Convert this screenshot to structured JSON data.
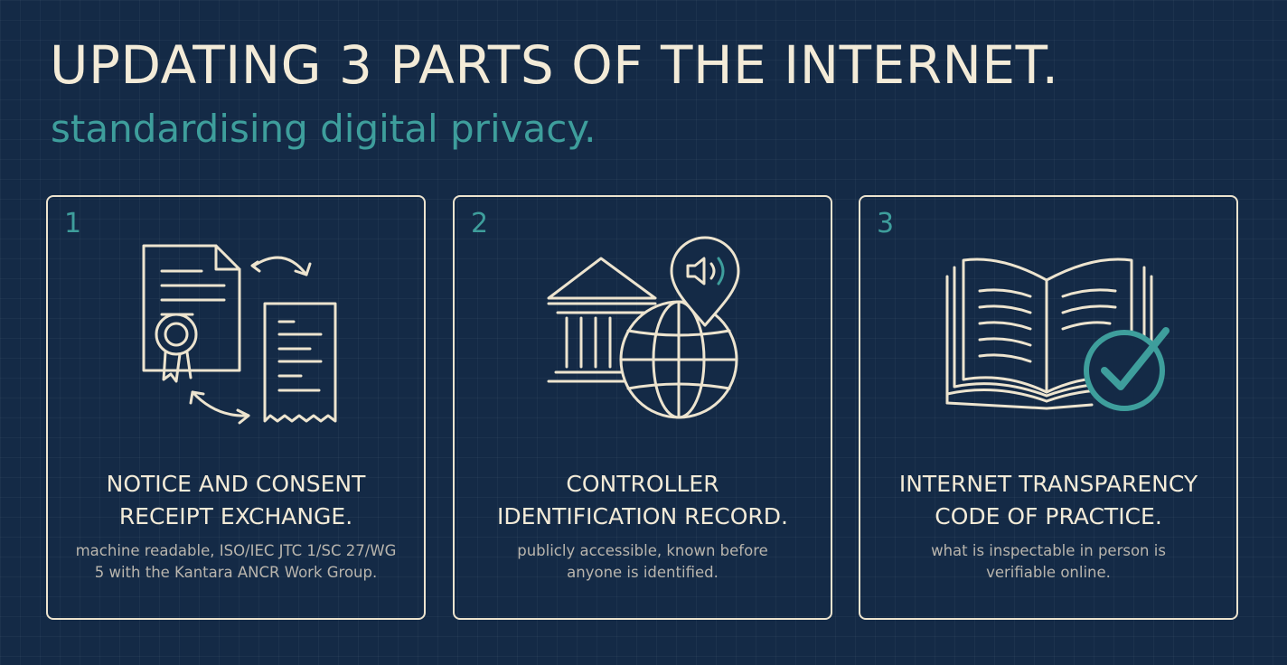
{
  "title": "UPDATING 3 PARTS OF THE INTERNET.",
  "subtitle": "standardising digital privacy.",
  "colors": {
    "background": "#142a46",
    "foreground": "#f3ebd8",
    "accent": "#3e9e9c",
    "muted": "#b9b5ad"
  },
  "cards": [
    {
      "number": "1",
      "icon": "document-receipt-exchange-icon",
      "heading_lines": [
        "NOTICE AND CONSENT",
        "RECEIPT EXCHANGE."
      ],
      "desc_lines": [
        "machine readable, ISO/IEC JTC 1/SC 27/WG",
        "5 with the Kantara ANCR Work Group."
      ]
    },
    {
      "number": "2",
      "icon": "government-globe-location-icon",
      "heading_lines": [
        "CONTROLLER",
        "IDENTIFICATION RECORD."
      ],
      "desc_lines": [
        "publicly accessible, known before",
        "anyone is identified."
      ]
    },
    {
      "number": "3",
      "icon": "open-book-checkmark-icon",
      "heading_lines": [
        "INTERNET TRANSPARENCY",
        "CODE OF PRACTICE."
      ],
      "desc_lines": [
        "what is inspectable in person is",
        "verifiable online."
      ]
    }
  ]
}
